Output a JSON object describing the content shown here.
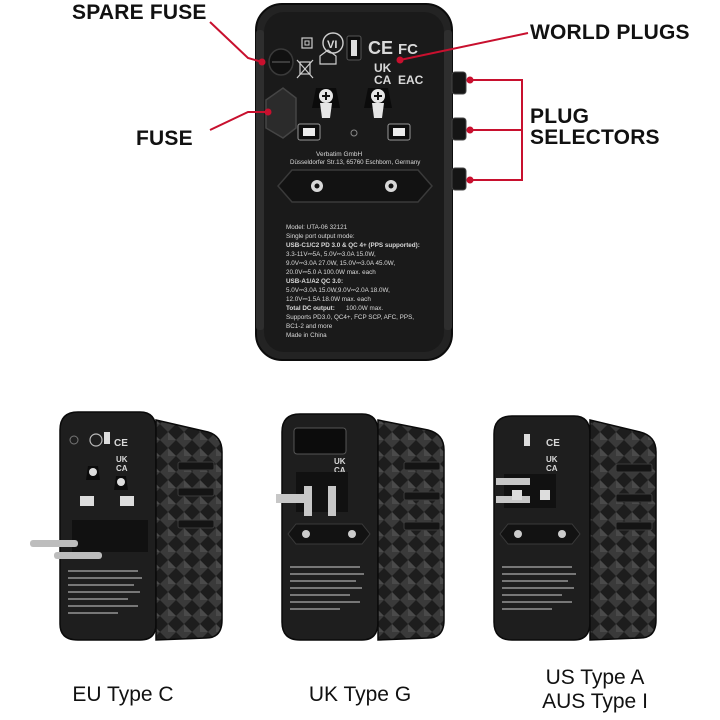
{
  "callouts": {
    "spare_fuse": "SPARE FUSE",
    "fuse": "FUSE",
    "world_plugs": "WORLD PLUGS",
    "plug_selectors": "PLUG SELECTORS"
  },
  "device_label": {
    "manufacturer": "Verbatim GmbH",
    "address": "Düsseldorfer Str.13, 65760 Eschborn, Germany",
    "model": "Model: UTA-06 32121",
    "mode": "Single port output mode:",
    "usb_c_title": "USB-C1/C2 PD 3.0 & QC 4+ (PPS supported):",
    "usb_c_line1": "3.3-11V⎓5A, 5.0V⎓3.0A 15.0W,",
    "usb_c_line2": "9.0V⎓3.0A 27.0W, 15.0V⎓3.0A 45.0W,",
    "usb_c_line3": "20.0V⎓5.0 A 100.0W max. each",
    "usb_a_title": "USB-A1/A2 QC 3.0:",
    "usb_a_line1": "5.0V⎓3.0A 15.0W,9.0V⎓2.0A 18.0W,",
    "usb_a_line2": "12.0V⎓1.5A 18.0W max. each",
    "total_label": "Total DC output:",
    "total_value": "100.0W max.",
    "supports1": "Supports PD3.0, QC4+, FCP SCP, AFC, PPS,",
    "supports2": "BC1-2 and more",
    "made_in": "Made in China"
  },
  "cert_marks": {
    "vi": "VI",
    "ce": "CE",
    "fc": "FC",
    "ukca_top": "UK",
    "ukca_bottom": "CA",
    "eac": "EAC"
  },
  "captions": {
    "eu": "EU Type C",
    "uk": "UK Type G",
    "us_line1": "US Type A",
    "us_line2": "AUS Type I"
  },
  "colors": {
    "callout_line": "#c8102e",
    "device_body": "#2a2a2a",
    "device_face": "#1b1b1b"
  }
}
